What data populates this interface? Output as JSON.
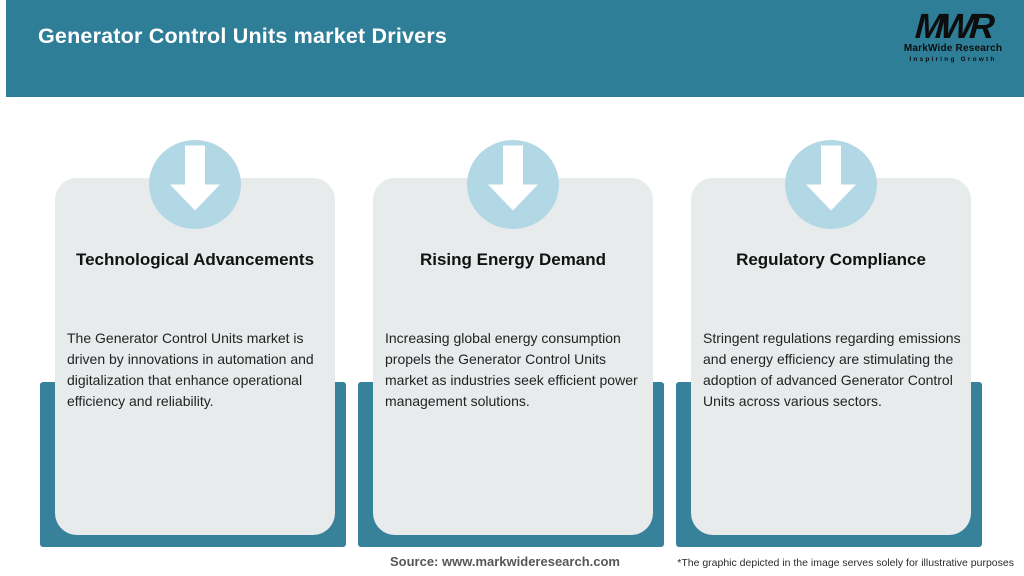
{
  "header": {
    "title": "Generator Control Units market Drivers",
    "logo": {
      "acronym": "MWR",
      "name": "MarkWide Research",
      "tagline": "Inspiring Growth"
    }
  },
  "cards": [
    {
      "icon": "down-arrow-icon",
      "title": "Technological Advancements",
      "description": "The Generator Control Units market is driven by innovations in automation and digitalization that enhance operational efficiency and reliability."
    },
    {
      "icon": "down-arrow-icon",
      "title": "Rising Energy Demand",
      "description": "Increasing global energy consumption propels the Generator Control Units market as industries seek efficient power management solutions."
    },
    {
      "icon": "down-arrow-icon",
      "title": "Regulatory Compliance",
      "description": "Stringent regulations regarding emissions and energy efficiency are stimulating the adoption of advanced Generator Control Units across various sectors."
    }
  ],
  "footer": {
    "source": "Source: www.markwideresearch.com",
    "disclaimer": "*The graphic depicted in the image serves solely for illustrative purposes"
  },
  "colors": {
    "header_teal": "#2E7E98",
    "backing_teal": "#37819B",
    "card_gray": "#E8EBEC",
    "circle_blue": "#B2D8E5",
    "arrow_white": "#FFFFFF",
    "title_text": "#121212",
    "body_text": "#232323",
    "source_text": "#565759"
  }
}
